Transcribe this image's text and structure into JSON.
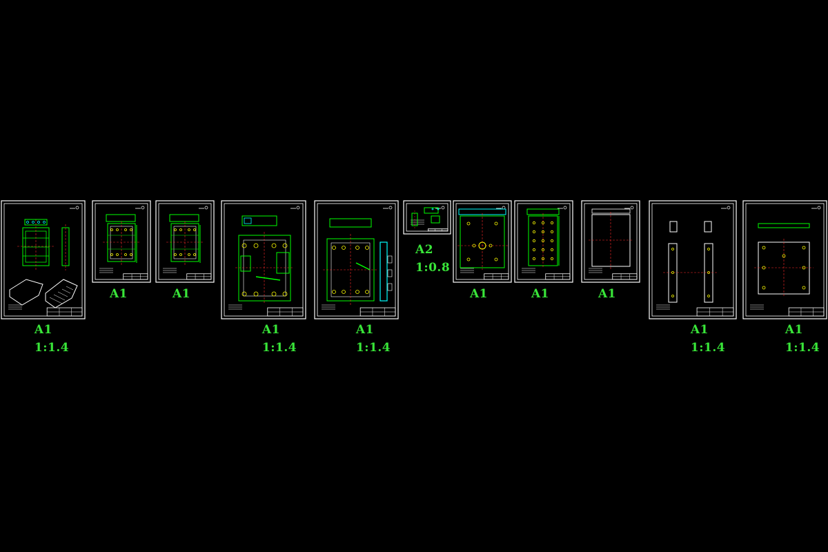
{
  "colors": {
    "background": "#000000",
    "frame": "#ffffff",
    "geometry": "#00ff00",
    "centerline": "#ff2a2a",
    "hidden": "#ffff00",
    "label": "#39e639",
    "dim": "#00ffff"
  },
  "sheets": [
    {
      "id": "s1",
      "size": "A1",
      "scale": "1:1.4",
      "kind": "assembly-iso"
    },
    {
      "id": "s2",
      "size": "A1",
      "scale": "",
      "kind": "plan-small"
    },
    {
      "id": "s3",
      "size": "A1",
      "scale": "",
      "kind": "plan-small"
    },
    {
      "id": "s4",
      "size": "A1",
      "scale": "1:1.4",
      "kind": "plan-large"
    },
    {
      "id": "s5",
      "size": "A1",
      "scale": "1:1.4",
      "kind": "plan-large-side"
    },
    {
      "id": "s6",
      "size": "A2",
      "scale": "1:0.8",
      "kind": "detail-small"
    },
    {
      "id": "s7",
      "size": "A1",
      "scale": "",
      "kind": "plate-holes"
    },
    {
      "id": "s8",
      "size": "A1",
      "scale": "",
      "kind": "plate-grid"
    },
    {
      "id": "s9",
      "size": "A1",
      "scale": "",
      "kind": "plate-plain"
    },
    {
      "id": "s10",
      "size": "A1",
      "scale": "1:1.4",
      "kind": "bars"
    },
    {
      "id": "s11",
      "size": "A1",
      "scale": "1:1.4",
      "kind": "square-plate"
    }
  ]
}
